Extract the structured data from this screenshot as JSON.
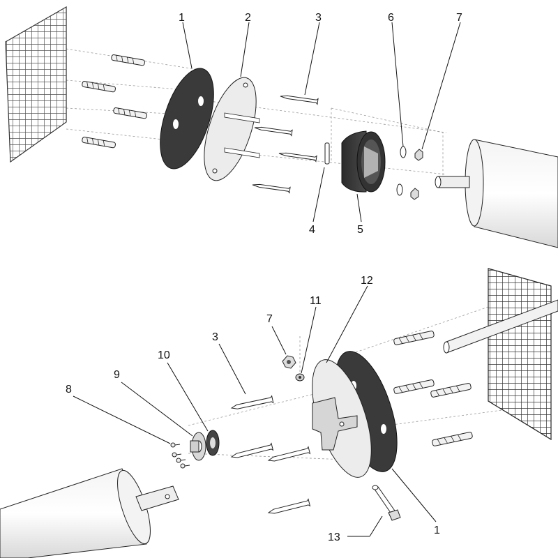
{
  "figure": {
    "kind": "exploded-assembly-drawing",
    "colors": {
      "background": "#ffffff",
      "dark_part": "#3a3a3a",
      "light_part": "#ececec",
      "metal": "#d6d6d6",
      "line": "#222222"
    }
  },
  "top_view": {
    "callouts": [
      {
        "id": "c1",
        "label": "1"
      },
      {
        "id": "c2",
        "label": "2"
      },
      {
        "id": "c3",
        "label": "3"
      },
      {
        "id": "c4",
        "label": "4"
      },
      {
        "id": "c5",
        "label": "5"
      },
      {
        "id": "c6",
        "label": "6"
      },
      {
        "id": "c7",
        "label": "7"
      }
    ]
  },
  "bottom_view": {
    "callouts": [
      {
        "id": "c1",
        "label": "1"
      },
      {
        "id": "c3",
        "label": "3"
      },
      {
        "id": "c7",
        "label": "7"
      },
      {
        "id": "c8",
        "label": "8"
      },
      {
        "id": "c9",
        "label": "9"
      },
      {
        "id": "c10",
        "label": "10"
      },
      {
        "id": "c11",
        "label": "11"
      },
      {
        "id": "c12",
        "label": "12"
      },
      {
        "id": "c13",
        "label": "13"
      }
    ]
  }
}
